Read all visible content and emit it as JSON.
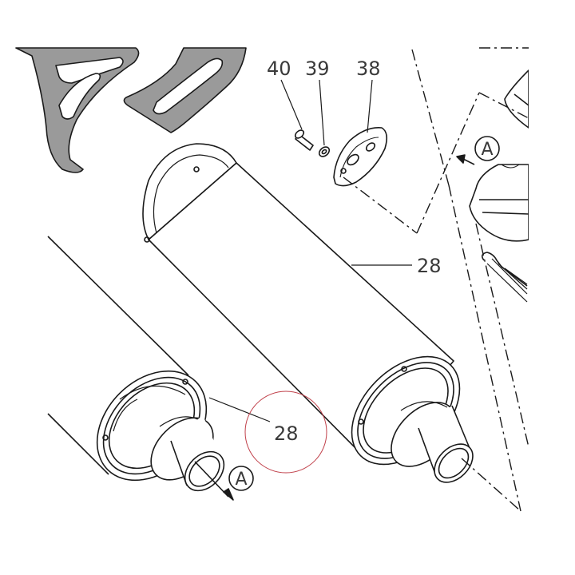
{
  "labels": {
    "part_40": "40",
    "part_39": "39",
    "part_38": "38",
    "part_28_upper": "28",
    "part_28_lower": "28",
    "callout_a_upper": "A",
    "callout_a_lower": "A"
  },
  "colors": {
    "line": "#1a1a1a",
    "bracket_fill": "#9a9a9a",
    "highlight_circle": "#c0404a",
    "label_text": "#3a3a3a"
  }
}
